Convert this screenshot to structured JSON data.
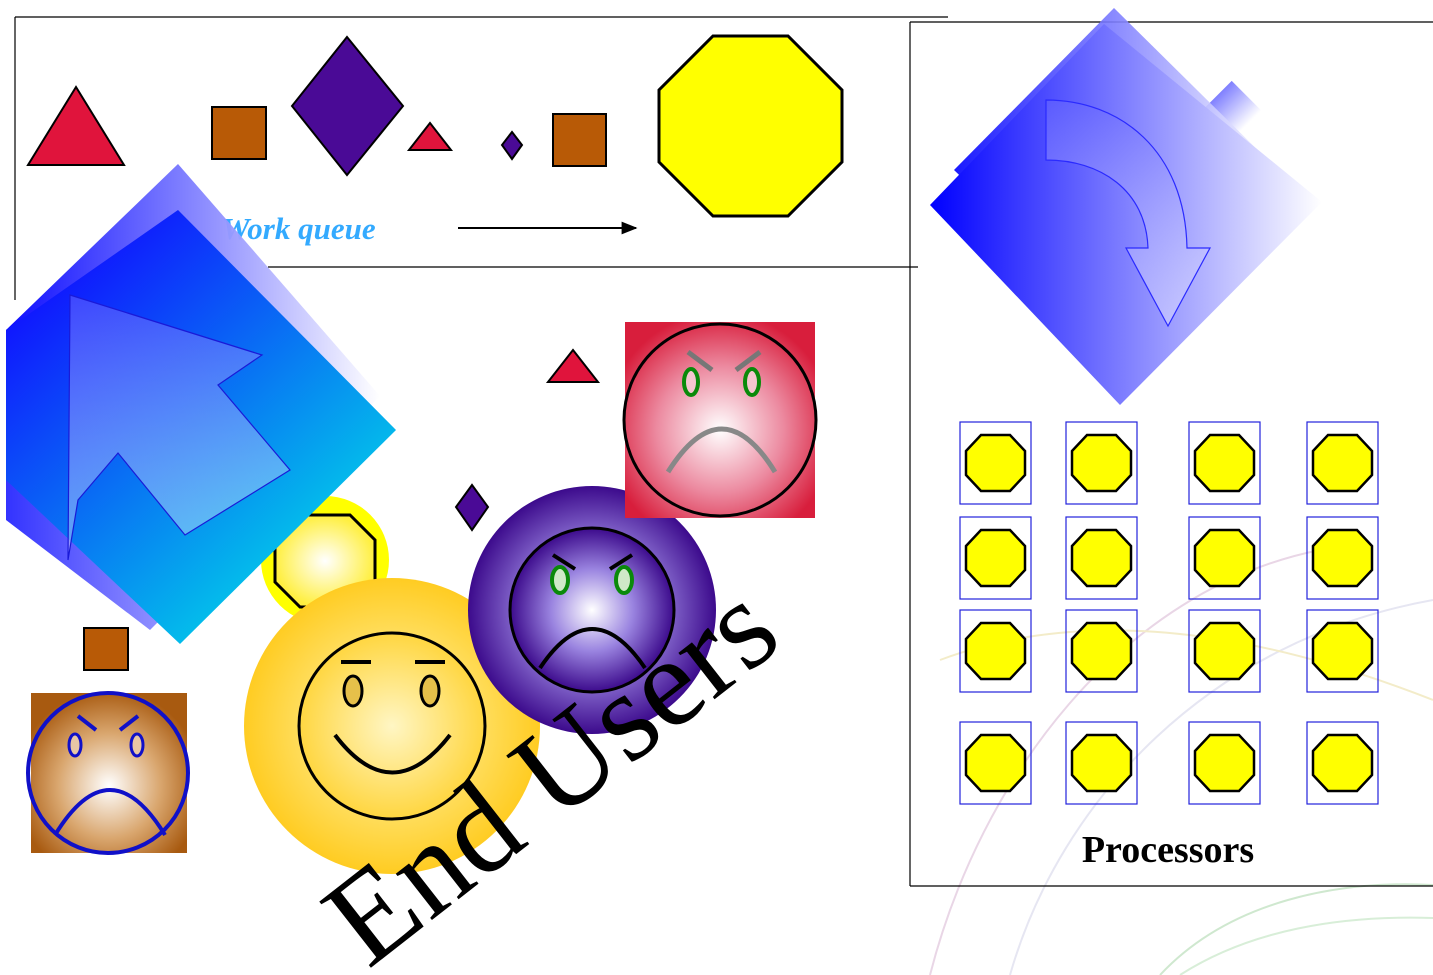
{
  "diagram": {
    "queue_label": "Work queue",
    "processors_label": "Processors",
    "users_label": "End Users",
    "processor_count": 16
  },
  "colors": {
    "triangle": "#e0143c",
    "square": "#b85a06",
    "diamond": "#4a0a96",
    "octagon": "#ffff00",
    "arrow_blue": "#0000ff",
    "arrow_cyan": "#00e0e8",
    "queue_label": "#33aaff",
    "smiley": "#ffd21e",
    "angry_red": "#e0203c",
    "angry_purple": "#4a0a96",
    "angry_brown": "#b06012"
  }
}
